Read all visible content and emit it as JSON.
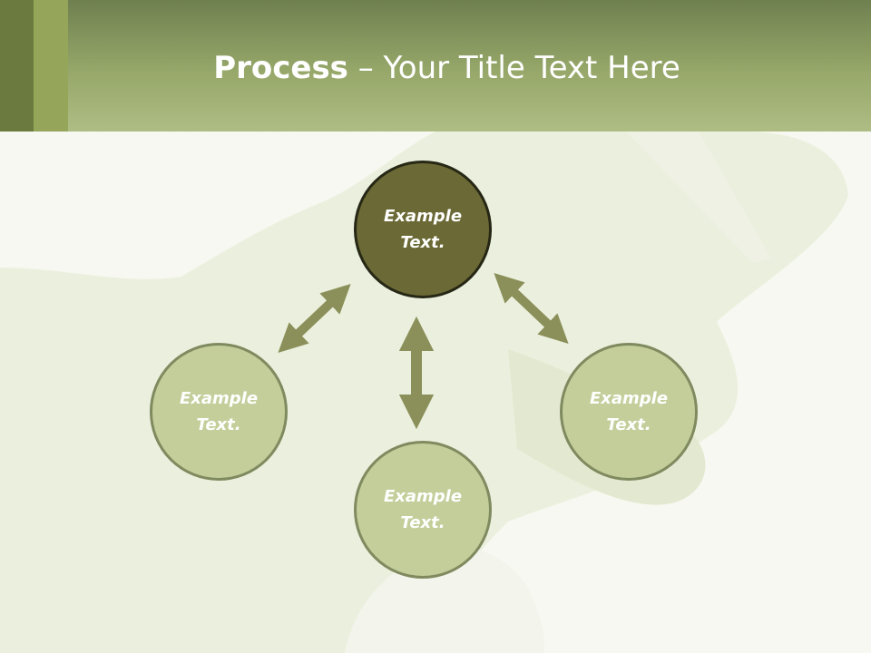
{
  "title": {
    "bold": "Process",
    "rest": " – Your Title Text Here"
  },
  "nodes": {
    "top": "Example Text.",
    "left": "Example Text.",
    "right": "Example Text.",
    "bottom": "Example Text."
  },
  "colors": {
    "header_bar_dark": "#6b7a3f",
    "header_bar_light": "#95a65a",
    "node_dark": "#6b6935",
    "node_light": "#c3ce9b",
    "arrow": "#8b8f59"
  }
}
